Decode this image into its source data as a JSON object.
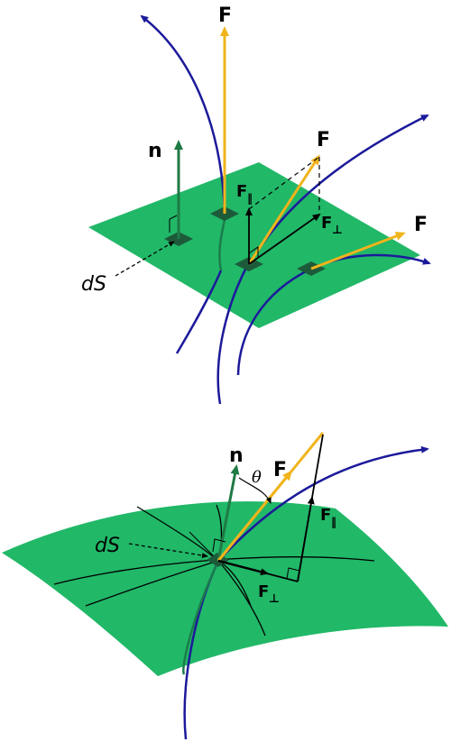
{
  "colors": {
    "surface": "#21b868",
    "patch": "#1d5a3a",
    "field_line": "#1c1a9a",
    "force": "#f0b41c",
    "normal": "#1f7a44",
    "construction": "#000000"
  },
  "top": {
    "labels": {
      "force": "F",
      "normal": "n",
      "parallel": "F",
      "parallel_sub": "‖",
      "perp": "F",
      "perp_sub": "⊥",
      "area": "dS"
    }
  },
  "bottom": {
    "labels": {
      "normal": "n",
      "angle": "θ",
      "force": "F",
      "parallel": "F",
      "parallel_sub": "‖",
      "perp": "F",
      "perp_sub": "⊥",
      "area": "dS"
    }
  }
}
